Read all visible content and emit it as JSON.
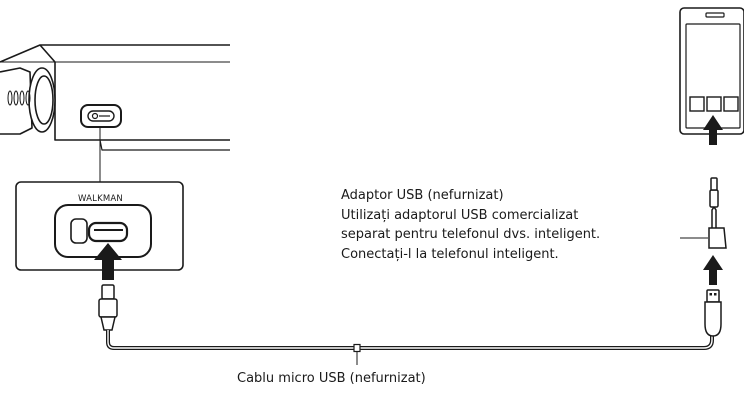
{
  "device_panel_label": "WALKMAN",
  "adaptor_note": {
    "line1": "Adaptor USB (nefurnizat)",
    "line2": "Utilizați adaptorul USB comercializat",
    "line3": "separat pentru telefonul dvs. inteligent.",
    "line4": "Conectați-l la telefonul inteligent."
  },
  "cable_label": "Cablu micro USB (nefurnizat)",
  "icons": [
    "arrow-up-icon",
    "usb-micro-port-icon",
    "smartphone-icon"
  ]
}
